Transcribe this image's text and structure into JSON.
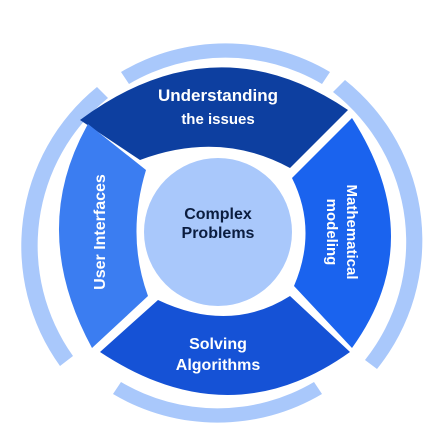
{
  "center": {
    "label_line1": "Complex",
    "label_line2": "Problems"
  },
  "segments": [
    {
      "id": "understanding",
      "line1": "Understanding",
      "line2": "the issues"
    },
    {
      "id": "mathematical",
      "line1": "Mathematical",
      "line2": "modeling"
    },
    {
      "id": "solving",
      "line1": "Solving",
      "line2": "Algorithms"
    },
    {
      "id": "user-interfaces",
      "line1": "User Interfaces",
      "line2": ""
    }
  ],
  "colors": {
    "outer_ring": "#a9c8fb",
    "understanding": "#0d3fa0",
    "mathematical": "#1a63ee",
    "solving": "#1552d6",
    "user_interfaces": "#3b7df1",
    "center_fill": "#a9c8fb",
    "center_text": "#0b1d3f",
    "segment_text": "#ffffff"
  }
}
